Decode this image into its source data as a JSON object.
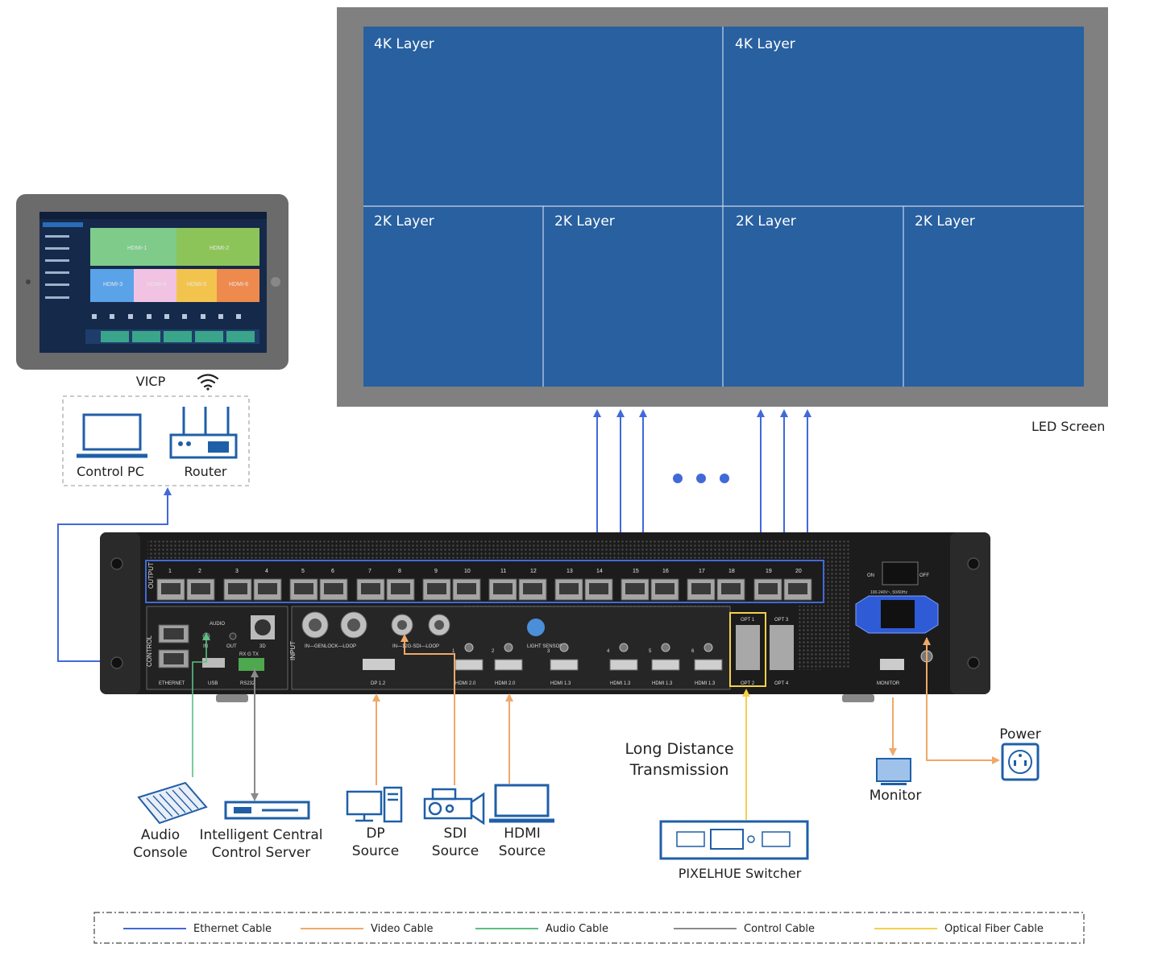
{
  "led_screen": {
    "label": "LED Screen",
    "layers_4k": [
      "4K Layer",
      "4K Layer"
    ],
    "layers_2k": [
      "2K Layer",
      "2K Layer",
      "2K Layer",
      "2K Layer"
    ]
  },
  "tablet": {
    "label": "VICP",
    "tiles_top": [
      "HDMI-1",
      "HDMI-2"
    ],
    "tiles_bottom": [
      "HDMI-3",
      "HDMI-4",
      "HDMI-5",
      "HDMI-6"
    ]
  },
  "control_group": {
    "control_pc": "Control PC",
    "router": "Router"
  },
  "device": {
    "output_label": "OUTPUT",
    "output_ports": [
      "1",
      "2",
      "3",
      "4",
      "5",
      "6",
      "7",
      "8",
      "9",
      "10",
      "11",
      "12",
      "13",
      "14",
      "15",
      "16",
      "17",
      "18",
      "19",
      "20"
    ],
    "control_label": "CONTROL",
    "input_label": "INPUT",
    "ethernet": "ETHERNET",
    "usb": "USB",
    "rs232": "RS232",
    "audio": "AUDIO",
    "audio_in": "IN",
    "audio_out": "OUT",
    "port_3d": "3D",
    "rgtx": "RX G TX",
    "genlock": "IN—GENLOCK—LOOP",
    "sdi": "IN—12G-SDI—LOOP",
    "light_sensor": "LIGHT SENSOR",
    "dp": "DP 1.2",
    "hdmi_ports": [
      "HDMI 2.0",
      "HDMI 2.0",
      "HDMI 1.3",
      "HDMI 1.3",
      "HDMI 1.3",
      "HDMI 1.3"
    ],
    "hdmi_nums": [
      "1",
      "2",
      "3",
      "4",
      "5",
      "6"
    ],
    "opt_ports": [
      "OPT 1",
      "OPT 2",
      "OPT 3",
      "OPT 4"
    ],
    "power_on": "ON",
    "power_off": "OFF",
    "power_rating": "100-240V~, 50/60Hz",
    "monitor_port": "MONITOR"
  },
  "sources": {
    "audio_console": [
      "Audio",
      "Console"
    ],
    "central_control": [
      "Intelligent Central",
      "Control Server"
    ],
    "dp_source": [
      "DP",
      "Source"
    ],
    "sdi_source": [
      "SDI",
      "Source"
    ],
    "hdmi_source": [
      "HDMI",
      "Source"
    ],
    "long_distance": [
      "Long Distance",
      "Transmission"
    ],
    "pixelhue": "PIXELHUE Switcher",
    "monitor": "Monitor",
    "power": "Power"
  },
  "legend": {
    "items": [
      {
        "label": "Ethernet Cable",
        "color": "#4169d8"
      },
      {
        "label": "Video Cable",
        "color": "#f0a868"
      },
      {
        "label": "Audio Cable",
        "color": "#5cbf84"
      },
      {
        "label": "Control Cable",
        "color": "#8a8a8a"
      },
      {
        "label": "Optical Fiber Cable",
        "color": "#f5d04a"
      }
    ]
  },
  "colors": {
    "led_blue": "#2860a0",
    "frame_gray": "#808080",
    "accent_blue": "#1f5fa8",
    "ethernet": "#4169d8",
    "video": "#f0a868",
    "audio": "#5cbf84",
    "control": "#8a8a8a",
    "fiber": "#f5d04a"
  }
}
